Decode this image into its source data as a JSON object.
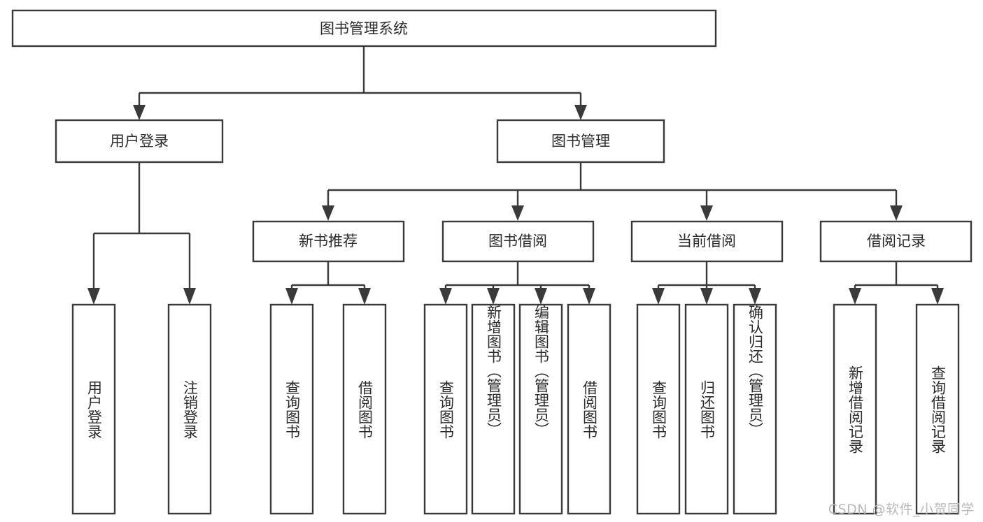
{
  "diagram": {
    "title": "图书管理系统",
    "watermark": "CSDN @软件_小贺同学",
    "accent_color": "#3a3a3a",
    "box_fill": "#ffffff",
    "text_color": "#2b2b2b",
    "root": {
      "label": "图书管理系统",
      "orientation": "horizontal"
    },
    "level2": [
      {
        "label": "用户登录",
        "orientation": "horizontal"
      },
      {
        "label": "图书管理",
        "orientation": "horizontal"
      }
    ],
    "level3": [
      {
        "label": "新书推荐",
        "orientation": "horizontal"
      },
      {
        "label": "图书借阅",
        "orientation": "horizontal"
      },
      {
        "label": "当前借阅",
        "orientation": "horizontal"
      },
      {
        "label": "借阅记录",
        "orientation": "horizontal"
      }
    ],
    "leaves": {
      "user_login": [
        {
          "label": "用户登录",
          "orientation": "vertical"
        },
        {
          "label": "注销登录",
          "orientation": "vertical"
        }
      ],
      "new_book_recommend": [
        {
          "label": "查询图书",
          "orientation": "vertical"
        },
        {
          "label": "借阅图书",
          "orientation": "vertical"
        }
      ],
      "book_borrow": [
        {
          "label": "查询图书",
          "orientation": "vertical"
        },
        {
          "label": "新增图书（管理员）",
          "orientation": "vertical"
        },
        {
          "label": "编辑图书（管理员）",
          "orientation": "vertical"
        },
        {
          "label": "借阅图书",
          "orientation": "vertical"
        }
      ],
      "current_borrow": [
        {
          "label": "查询图书",
          "orientation": "vertical"
        },
        {
          "label": "归还图书",
          "orientation": "vertical"
        },
        {
          "label": "确认归还（管理员）",
          "orientation": "vertical"
        }
      ],
      "borrow_records": [
        {
          "label": "新增借阅记录",
          "orientation": "vertical"
        },
        {
          "label": "查询借阅记录",
          "orientation": "vertical"
        }
      ]
    }
  }
}
